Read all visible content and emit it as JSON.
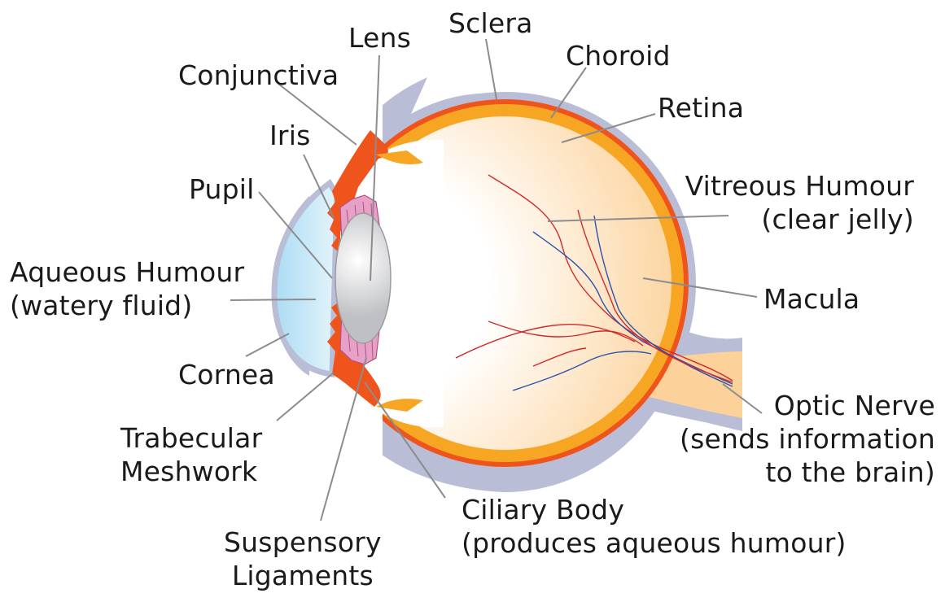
{
  "colors": {
    "sclera": "#b9bdd6",
    "choroid": "#f0541d",
    "retina": "#f6a623",
    "vitreous_inner": "#ffffff",
    "vitreous_outer": "#fcd29a",
    "cornea_fluid": "#bfe4f6",
    "lens": "#cfd0d2",
    "ciliary": "#e7a0c6",
    "leader_line": "#8c8c8c",
    "vein": "#2b55b0",
    "artery": "#d12a2a"
  },
  "labels": {
    "lens": "Lens",
    "sclera": "Sclera",
    "choroid": "Choroid",
    "conjunctiva": "Conjunctiva",
    "retina": "Retina",
    "iris": "Iris",
    "pupil": "Pupil",
    "vitreous_l1": "Vitreous Humour",
    "vitreous_l2": "(clear jelly)",
    "aqueous_l1": "Aqueous Humour",
    "aqueous_l2": "(watery fluid)",
    "macula": "Macula",
    "cornea": "Cornea",
    "optic_l1": "Optic Nerve",
    "optic_l2": "(sends information",
    "optic_l3": "to the brain)",
    "trabecular_l1": "Trabecular",
    "trabecular_l2": "Meshwork",
    "ciliary_l1": "Ciliary Body",
    "ciliary_l2": "(produces aqueous humour)",
    "suspensory_l1": "Suspensory",
    "suspensory_l2": "Ligaments"
  }
}
